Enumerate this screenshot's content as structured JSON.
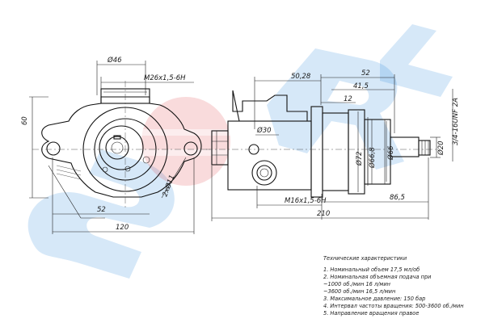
{
  "watermark": {
    "letters": [
      "S",
      "O",
      "R",
      "L"
    ],
    "colors": {
      "blue": "#1e7fd8",
      "red": "#e0393e"
    }
  },
  "dimensions": {
    "d46": "Ø46",
    "thread_m26": "M26x1,5-6H",
    "d60": "60",
    "r52": "52",
    "d120": "120",
    "hole_d11": "2хØ11",
    "d50_28": "50,28",
    "d52": "52",
    "d41_5": "41,5",
    "d12": "12",
    "d30": "Ø30",
    "d72": "Ø72",
    "d66_8": "Ø66,8",
    "d66": "Ø66",
    "d20": "Ø20",
    "thread_unf": "3/4-16UNF 2A",
    "thread_m16": "M16x1,5-6H",
    "d86_5": "86,5",
    "d210": "210"
  },
  "specs": {
    "title": "Технические характеристики",
    "lines": [
      "1. Номинальный объем 17,5 мл/об",
      "2. Номинальная объемная подача при",
      "  ~1000 об./мин 16 л/мин",
      "  ~3600 об./мин 16,5 л/мин",
      "3. Максимальное давление: 150 бар",
      "4. Интервал частоты вращения: 500-3600 об./мин",
      "5. Направление вращения правое"
    ]
  }
}
